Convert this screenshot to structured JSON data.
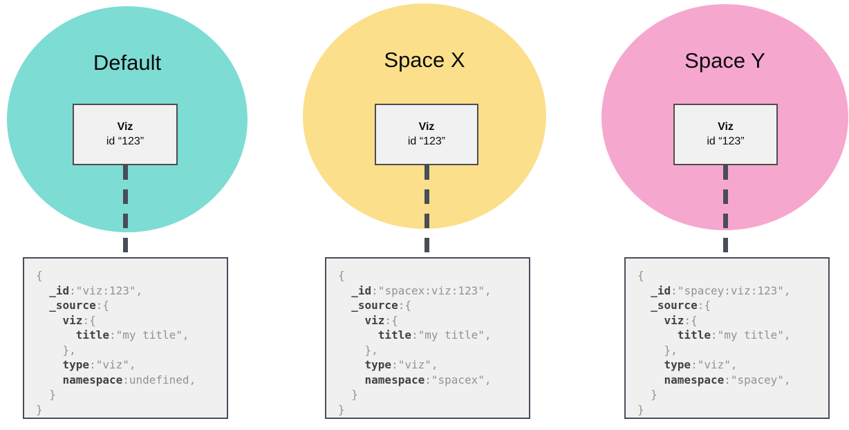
{
  "spaces": [
    {
      "name": "Default",
      "circle_color": "#7ddcd3",
      "viz_box": {
        "title": "Viz",
        "id_label": "id “123”"
      },
      "doc_lines": [
        [
          {
            "t": "{"
          }
        ],
        [
          {
            "t": "  "
          },
          {
            "t": "_id",
            "k": true
          },
          {
            "t": ":\"viz:123\","
          }
        ],
        [
          {
            "t": "  "
          },
          {
            "t": "_source",
            "k": true
          },
          {
            "t": ":{"
          }
        ],
        [
          {
            "t": "    "
          },
          {
            "t": "viz",
            "k": true
          },
          {
            "t": ":{"
          }
        ],
        [
          {
            "t": "      "
          },
          {
            "t": "title",
            "k": true
          },
          {
            "t": ":\"my title\","
          }
        ],
        [
          {
            "t": "    },"
          }
        ],
        [
          {
            "t": "    "
          },
          {
            "t": "type",
            "k": true
          },
          {
            "t": ":\"viz\","
          }
        ],
        [
          {
            "t": "    "
          },
          {
            "t": "namespace",
            "k": true
          },
          {
            "t": ":undefined,"
          }
        ],
        [
          {
            "t": "  }"
          }
        ],
        [
          {
            "t": "}"
          }
        ]
      ]
    },
    {
      "name": "Space X",
      "circle_color": "#fbdf8b",
      "viz_box": {
        "title": "Viz",
        "id_label": "id “123”"
      },
      "doc_lines": [
        [
          {
            "t": "{"
          }
        ],
        [
          {
            "t": "  "
          },
          {
            "t": "_id",
            "k": true
          },
          {
            "t": ":\"spacex:viz:123\","
          }
        ],
        [
          {
            "t": "  "
          },
          {
            "t": "_source",
            "k": true
          },
          {
            "t": ":{"
          }
        ],
        [
          {
            "t": "    "
          },
          {
            "t": "viz",
            "k": true
          },
          {
            "t": ":{"
          }
        ],
        [
          {
            "t": "      "
          },
          {
            "t": "title",
            "k": true
          },
          {
            "t": ":\"my title\","
          }
        ],
        [
          {
            "t": "    },"
          }
        ],
        [
          {
            "t": "    "
          },
          {
            "t": "type",
            "k": true
          },
          {
            "t": ":\"viz\","
          }
        ],
        [
          {
            "t": "    "
          },
          {
            "t": "namespace",
            "k": true
          },
          {
            "t": ":\"spacex\","
          }
        ],
        [
          {
            "t": "  }"
          }
        ],
        [
          {
            "t": "}"
          }
        ]
      ]
    },
    {
      "name": "Space Y",
      "circle_color": "#f6a7ce",
      "viz_box": {
        "title": "Viz",
        "id_label": "id “123”"
      },
      "doc_lines": [
        [
          {
            "t": "{"
          }
        ],
        [
          {
            "t": "  "
          },
          {
            "t": "_id",
            "k": true
          },
          {
            "t": ":\"spacey:viz:123\","
          }
        ],
        [
          {
            "t": "  "
          },
          {
            "t": "_source",
            "k": true
          },
          {
            "t": ":{"
          }
        ],
        [
          {
            "t": "    "
          },
          {
            "t": "viz",
            "k": true
          },
          {
            "t": ":{"
          }
        ],
        [
          {
            "t": "      "
          },
          {
            "t": "title",
            "k": true
          },
          {
            "t": ":\"my title\","
          }
        ],
        [
          {
            "t": "    },"
          }
        ],
        [
          {
            "t": "    "
          },
          {
            "t": "type",
            "k": true
          },
          {
            "t": ":\"viz\","
          }
        ],
        [
          {
            "t": "    "
          },
          {
            "t": "namespace",
            "k": true
          },
          {
            "t": ":\"spacey\","
          }
        ],
        [
          {
            "t": "  }"
          }
        ],
        [
          {
            "t": "}"
          }
        ]
      ]
    }
  ]
}
